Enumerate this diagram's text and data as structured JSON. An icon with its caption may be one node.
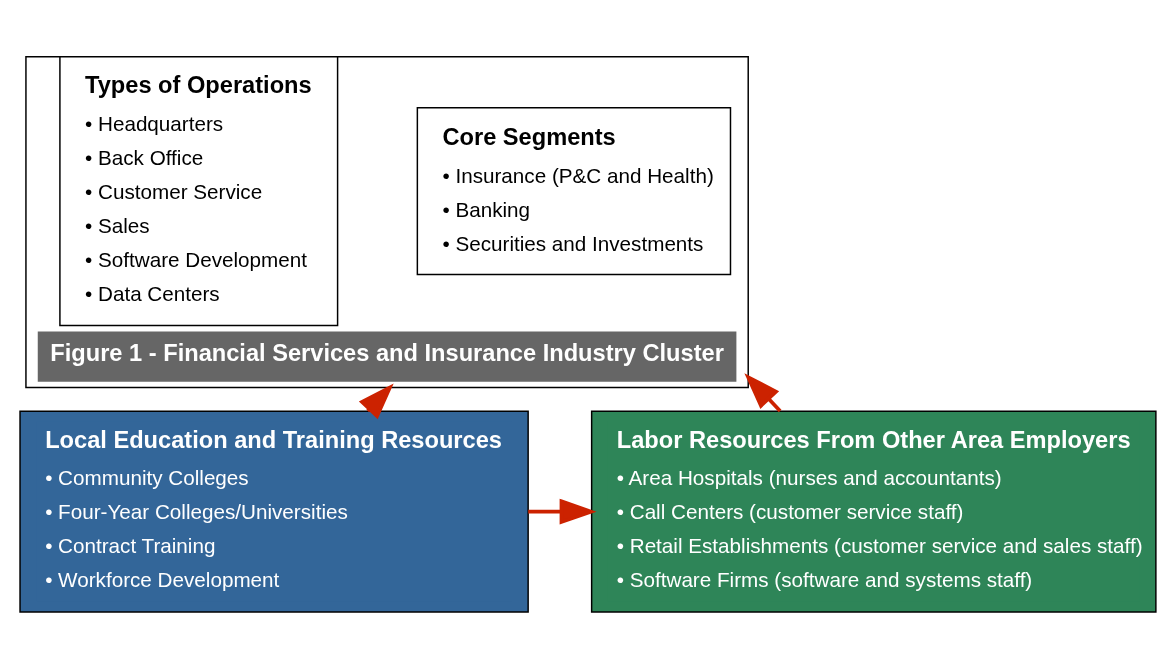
{
  "diagram": {
    "nodes": [
      {
        "text": [
          "Figure 1 - Financial Services and Insurance Industry Cluster"
        ]
      },
      {
        "text": [
          "Core Segments",
          "• Insurance (P&C and Health)",
          "• Banking",
          "• Securities and Investments"
        ],
        "in": 0
      },
      {
        "text": [
          "Types of Operations",
          "• Headquarters",
          "• Back Office",
          "• Customer Service",
          "• Sales",
          "• Software Development",
          "• Data Centers"
        ],
        "in": 0
      },
      {
        "text": [
          "Local Education and Training Resources",
          "• Community Colleges",
          "• Four-Year Colleges/Universities",
          "• Contract Training",
          "• Workforce Development"
        ]
      },
      {
        "text": [
          "Labor Resources From Other Area Employers",
          "• Area Hospitals (nurses and accountants)",
          "• Call Centers (customer service staff)",
          "• Retail Establishments (customer service and sales staff)",
          "• Software Firms (software and systems staff)"
        ]
      }
    ],
    "edges": [
      {
        "from": 3,
        "to": 0,
        "arrow": "to"
      },
      {
        "from": 4,
        "to": 0,
        "arrow": "to"
      },
      {
        "from": 3,
        "to": 4,
        "arrow": "to"
      }
    ]
  }
}
